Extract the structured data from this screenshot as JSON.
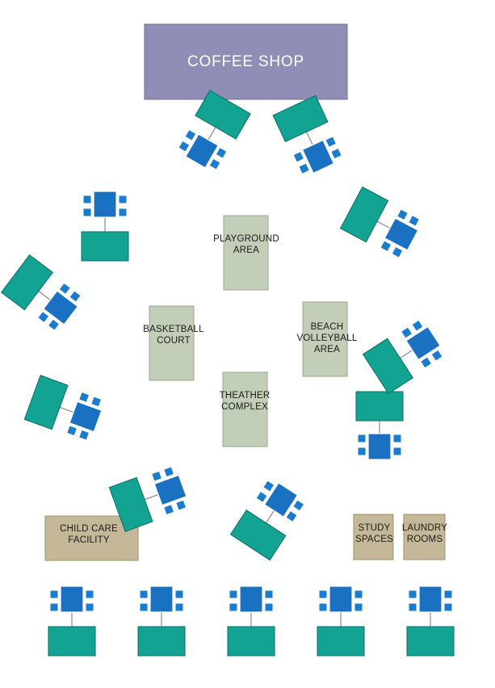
{
  "colors": {
    "coffee_shop": "#8f8eb6",
    "facility": "#c2ceb7",
    "service": "#c5b898",
    "cabin": "#13a393",
    "table": "#1a71c1",
    "chair": "#1b7ccd",
    "connector": "#777777"
  },
  "labels": {
    "coffee_shop": "COFFEE SHOP",
    "playground": "PLAYGROUND\nAREA",
    "basketball": "BASKETBALL\nCOURT",
    "volleyball": "BEACH\nVOLLEYBALL\nAREA",
    "theater": "THEATHER\nCOMPLEX",
    "child_care": "CHILD CARE\nFACILITY",
    "study": "STUDY\nSPACES",
    "laundry": "LAUNDRY\nROOMS"
  }
}
